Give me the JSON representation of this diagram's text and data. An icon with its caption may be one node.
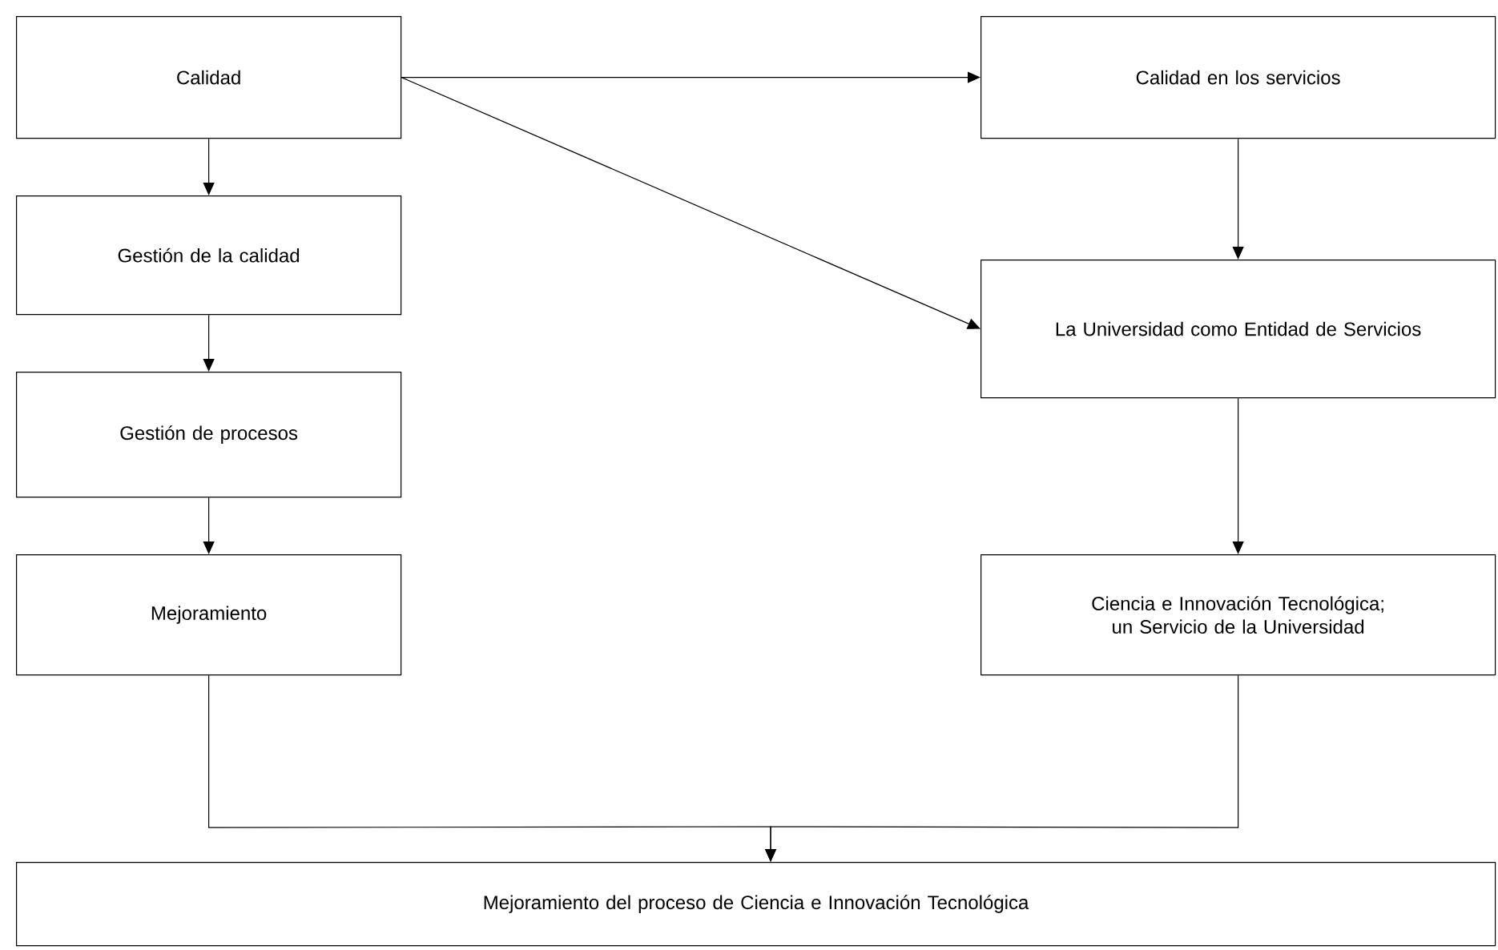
{
  "diagram": {
    "nodes": [
      {
        "text": [
          "Calidad"
        ]
      },
      {
        "text": [
          "Gestión de la calidad"
        ]
      },
      {
        "text": [
          "Gestión de procesos"
        ]
      },
      {
        "text": [
          "Mejoramiento"
        ]
      },
      {
        "text": [
          "Calidad en los servicios"
        ]
      },
      {
        "text": [
          "La Universidad como Entidad de Servicios"
        ]
      },
      {
        "text": [
          "Ciencia e Innovación Tecnológica; un Servicio de la Universidad"
        ]
      },
      {
        "text": [
          "Mejoramiento del proceso de Ciencia e Innovación Tecnológica"
        ]
      }
    ],
    "edges": [
      {
        "from": 0,
        "to": 1,
        "arrow": "to"
      },
      {
        "from": 1,
        "to": 2,
        "arrow": "to"
      },
      {
        "from": 2,
        "to": 3,
        "arrow": "to"
      },
      {
        "from": 0,
        "to": 4,
        "arrow": "to"
      },
      {
        "from": 0,
        "to": 5,
        "arrow": "to"
      },
      {
        "from": 4,
        "to": 5,
        "arrow": "to"
      },
      {
        "from": 5,
        "to": 6,
        "arrow": "to"
      },
      {
        "from": 3,
        "to": 7,
        "arrow": "to"
      },
      {
        "from": 6,
        "to": 7,
        "arrow": "to"
      }
    ]
  }
}
